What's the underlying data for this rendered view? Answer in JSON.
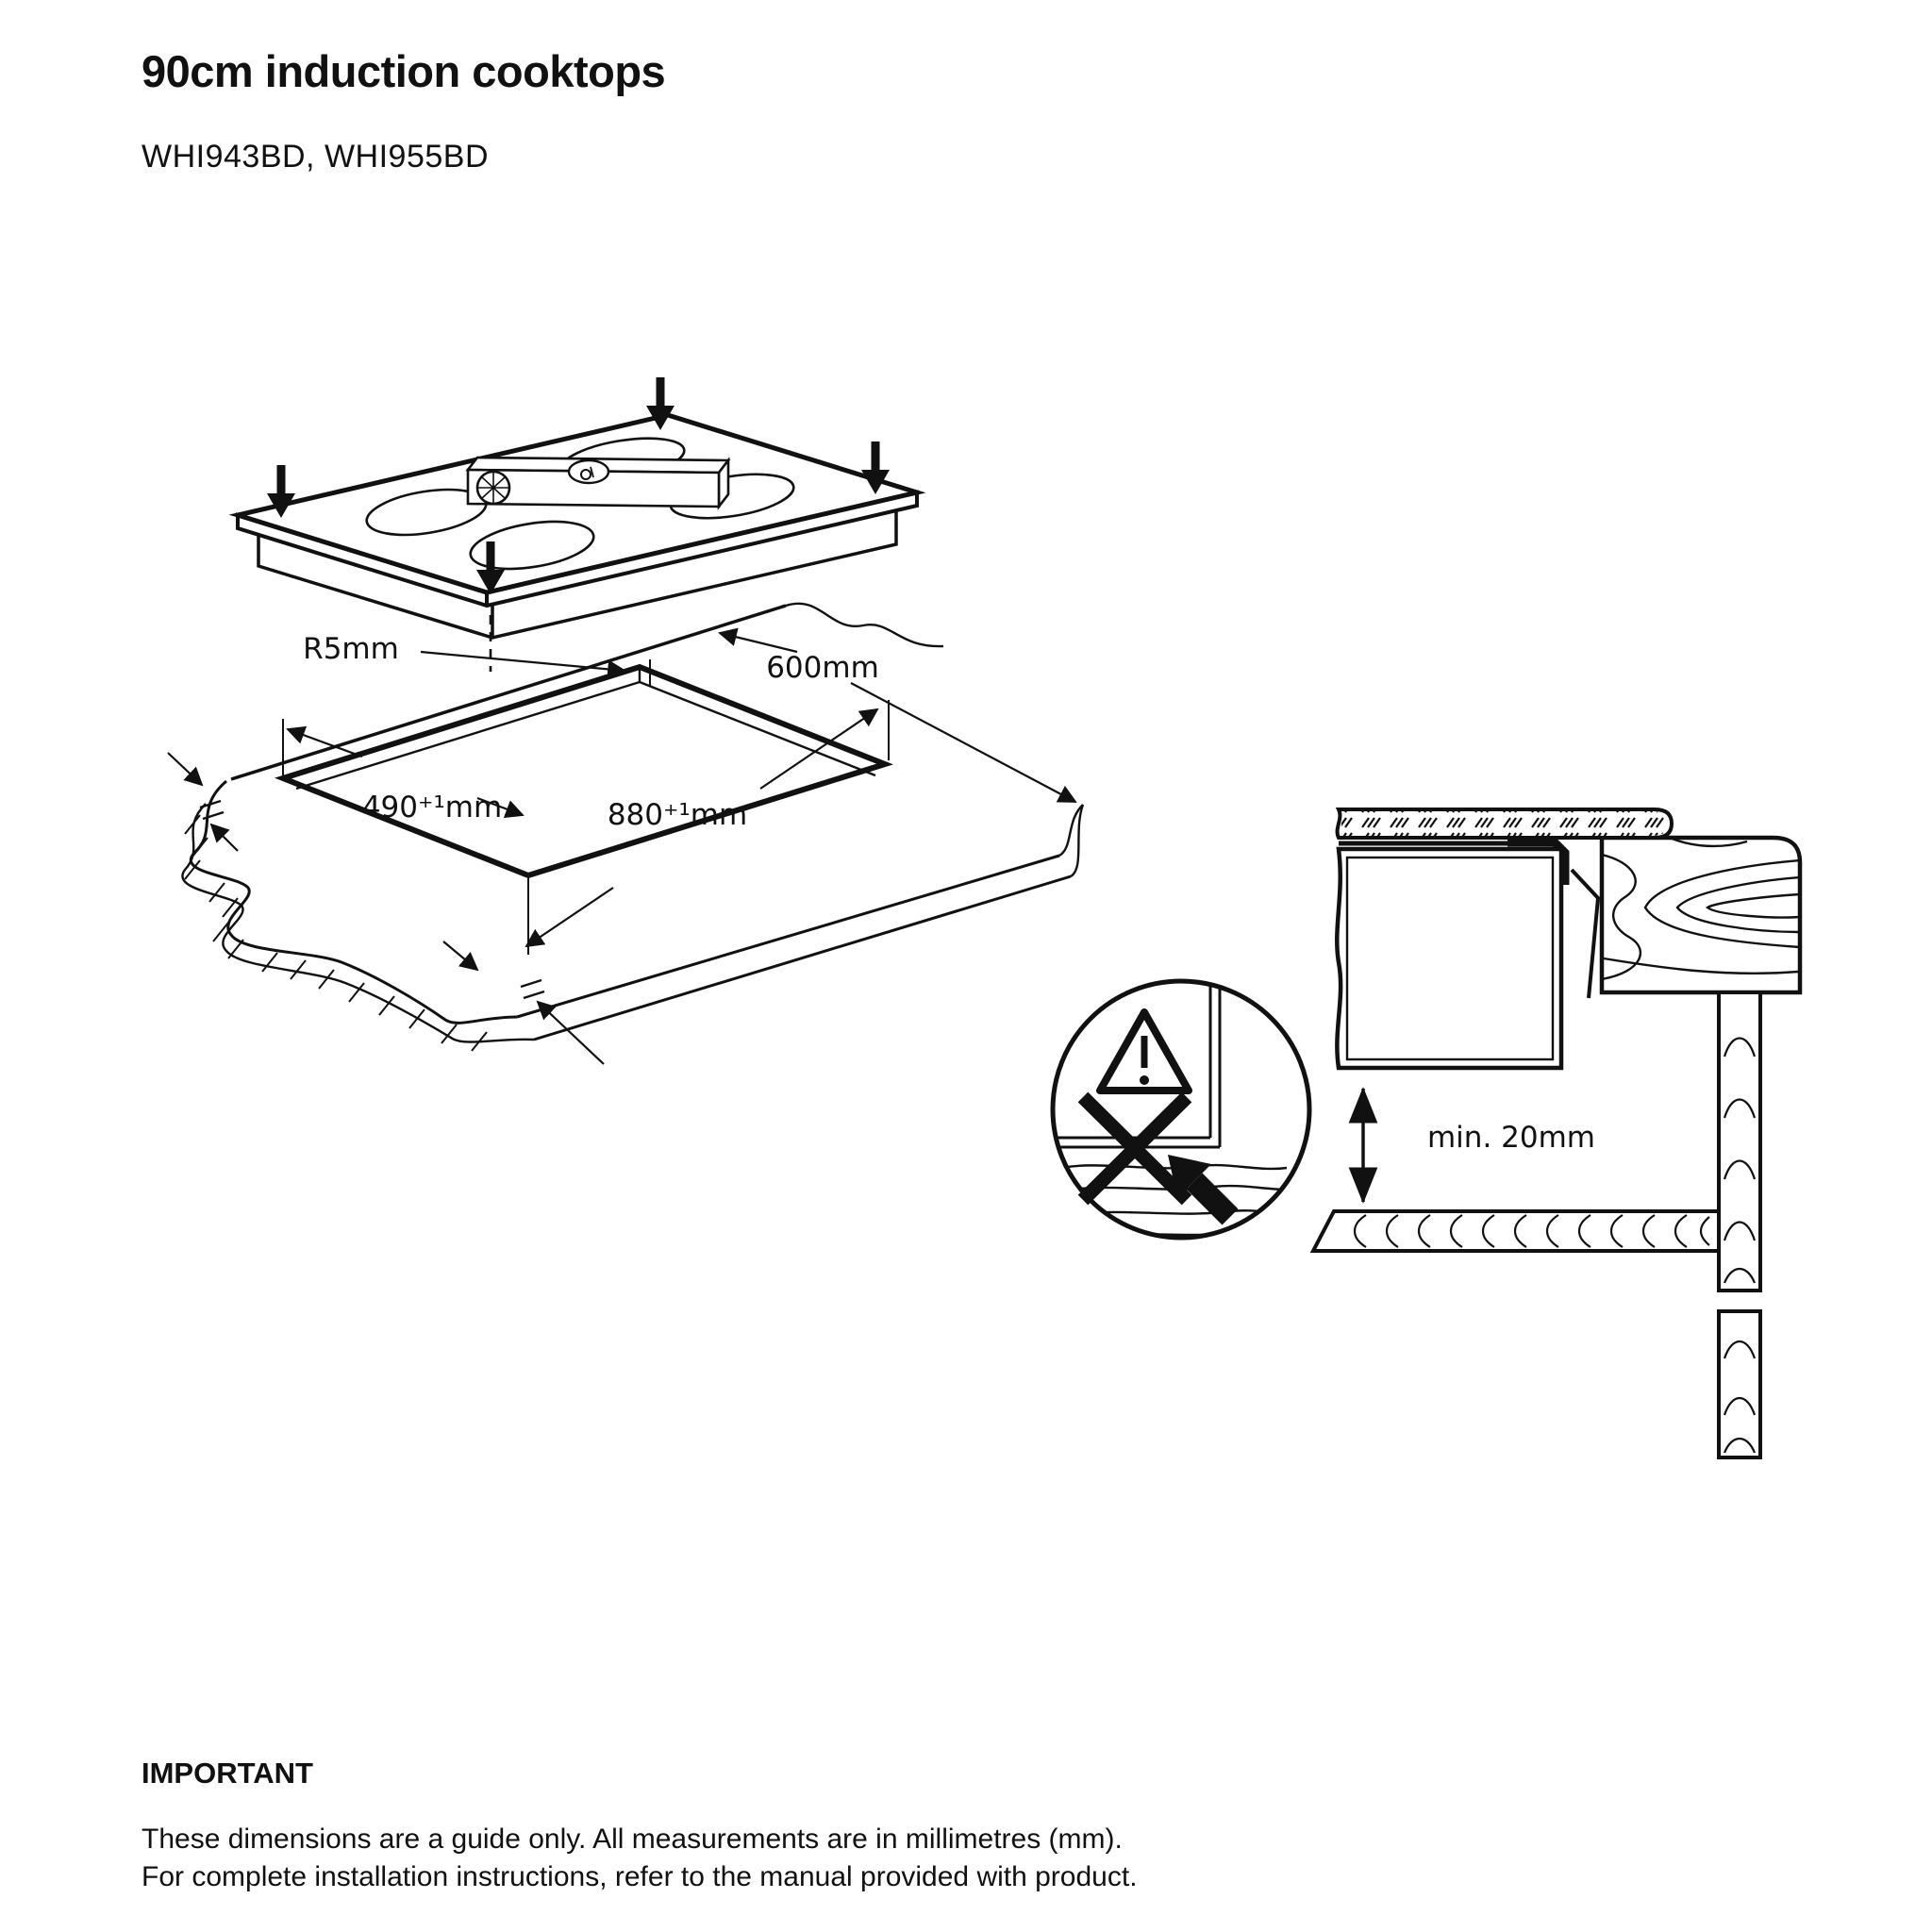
{
  "page": {
    "title": "90cm induction cooktops",
    "subtitle": "WHI943BD, WHI955BD"
  },
  "cutout_diagram": {
    "radius_label": "R5mm",
    "depth_label": "600mm",
    "width_label": "490⁺¹mm",
    "length_label": "880⁺¹mm"
  },
  "clearance_diagram": {
    "clearance_label": "min. 20mm"
  },
  "footer": {
    "heading": "IMPORTANT",
    "line1": "These dimensions are a guide only. All measurements are in millimetres (mm).",
    "line2": "For complete installation instructions, refer to the manual provided with product."
  },
  "colors": {
    "ink": "#111111",
    "paper": "#ffffff"
  },
  "icons": {
    "warning_triangle": "exclamation-in-triangle",
    "prohibition": "x-mark",
    "insertion_arrow": "solid-down-arrow"
  }
}
